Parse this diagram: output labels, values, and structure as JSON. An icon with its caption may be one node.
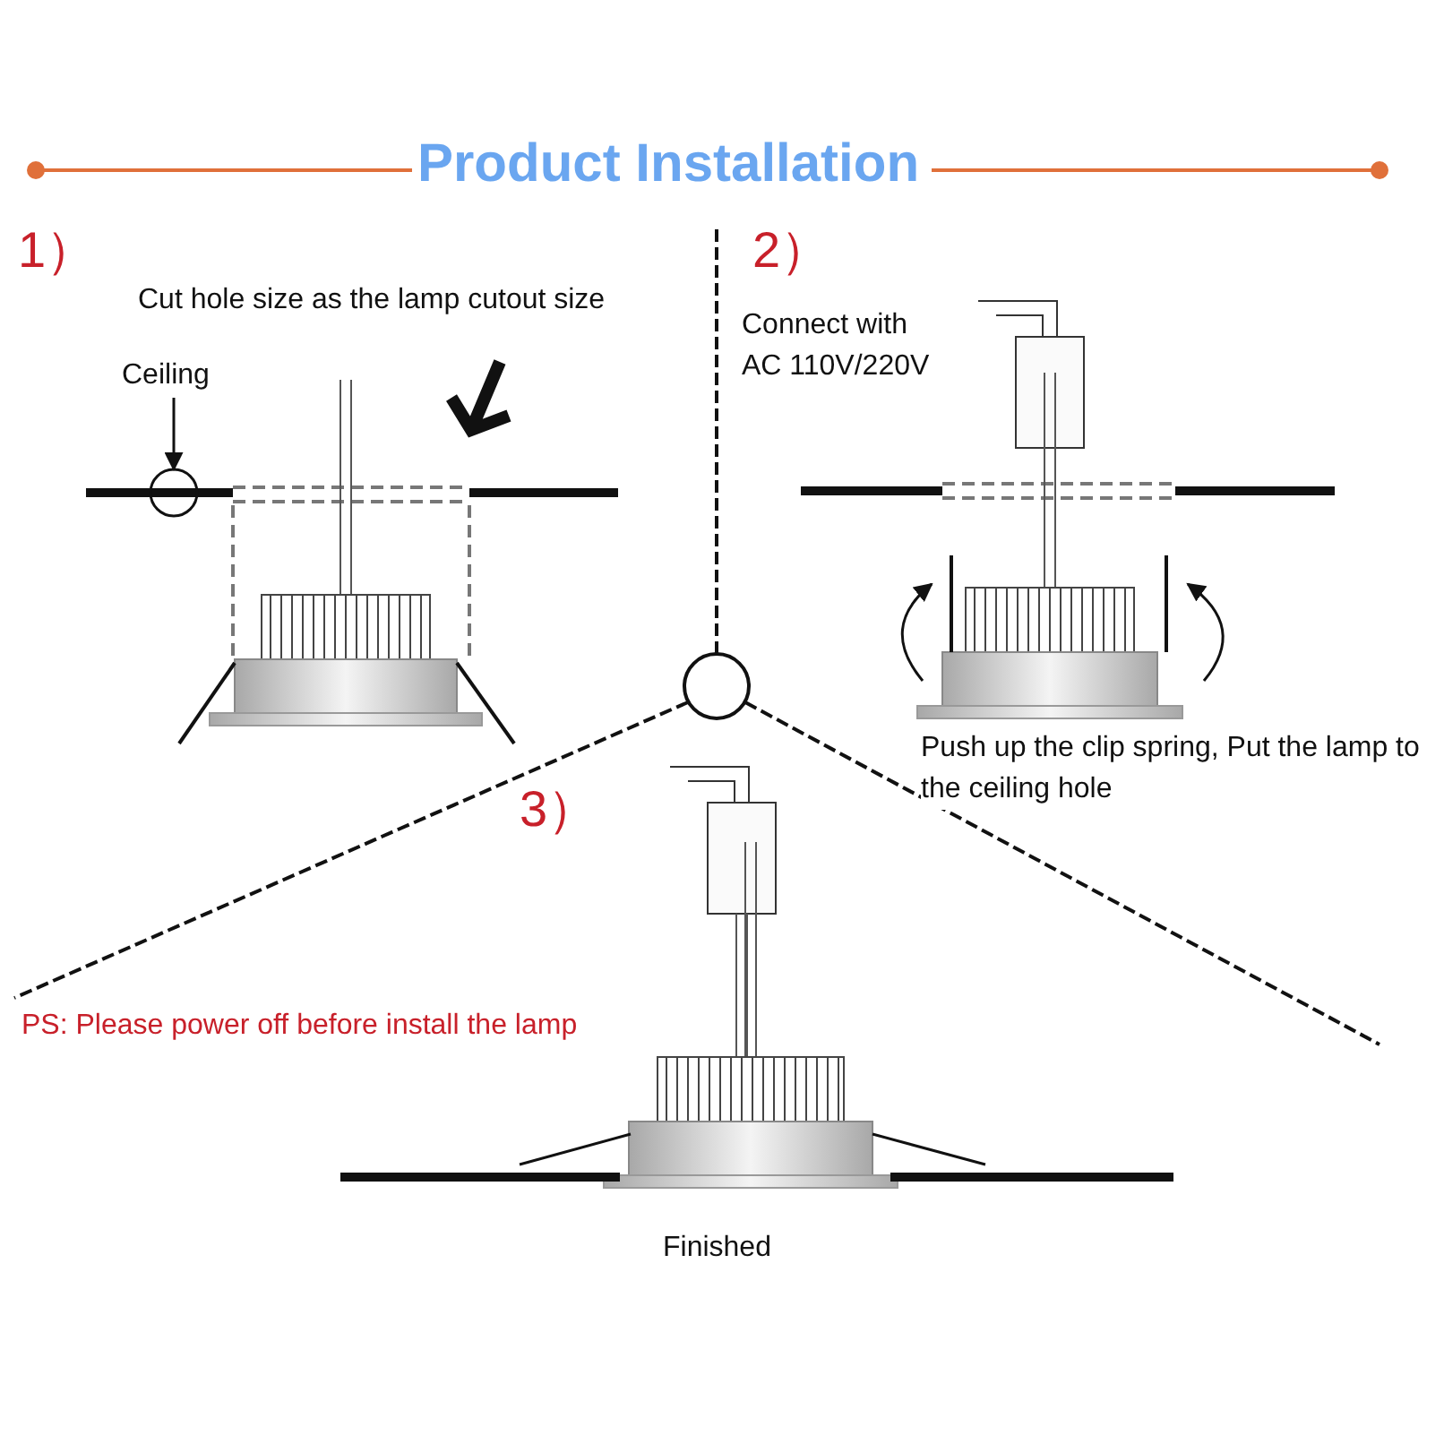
{
  "diagram": {
    "title": "Product Installation",
    "nodes": [
      {
        "text": [
          "Ceiling"
        ]
      },
      {
        "text": [],
        "shape": "circle"
      }
    ],
    "edges": [
      {
        "from": 0,
        "to": 1,
        "arrow": "to"
      }
    ],
    "labels": [
      "1）",
      "Cut hole size as the lamp cutout size",
      "2）",
      "Connect with AC 110V/220V",
      "Push up the clip spring, Put the lamp to the ceiling hole",
      "3）",
      "PS: Please power off before install the lamp",
      "Finished"
    ]
  }
}
